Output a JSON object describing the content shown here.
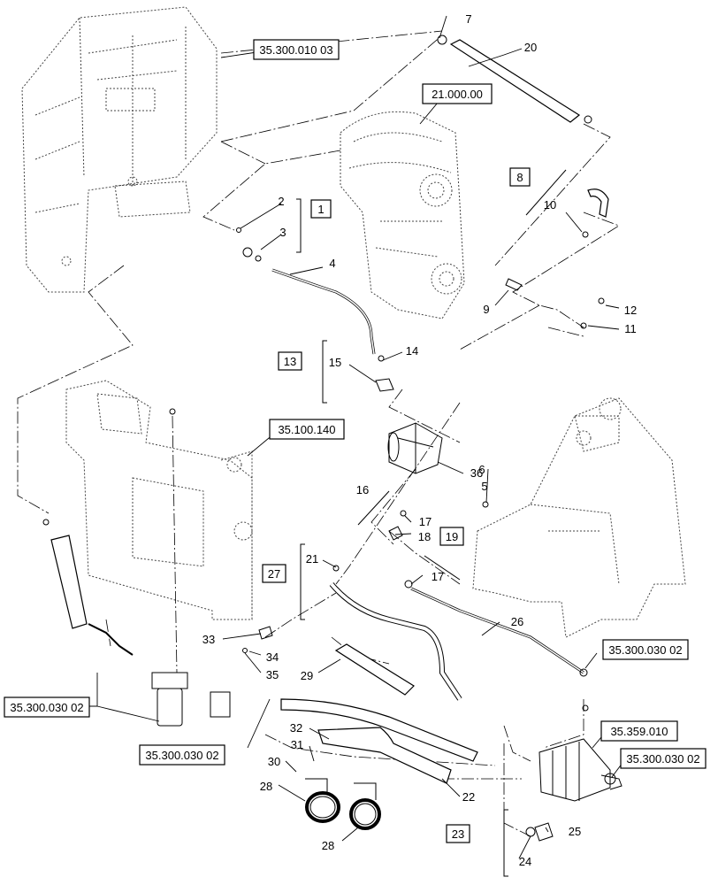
{
  "references": {
    "frame_top": "35.300.010 03",
    "transmission": "21.000.00",
    "cooler": "35.100.140",
    "filter_left": "35.300.030 02",
    "filter_bottom": "35.300.030 02",
    "valve_fitting": "35.300.030 02",
    "control_valve": "35.359.010",
    "valve_outlet": "35.300.030 02"
  },
  "kits": {
    "k1": "1",
    "k8": "8",
    "k13": "13",
    "k16": "16",
    "k19": "19",
    "k23": "23",
    "k27": "27"
  },
  "callouts": {
    "c2": "2",
    "c3": "3",
    "c4": "4",
    "c5": "5",
    "c6": "6",
    "c7": "7",
    "c9": "9",
    "c10": "10",
    "c11": "11",
    "c12": "12",
    "c14": "14",
    "c15": "15",
    "c17a": "17",
    "c17b": "17",
    "c18": "18",
    "c20": "20",
    "c21": "21",
    "c22": "22",
    "c24": "24",
    "c25": "25",
    "c26": "26",
    "c28a": "28",
    "c28b": "28",
    "c29": "29",
    "c30": "30",
    "c31": "31",
    "c32": "32",
    "c33": "33",
    "c34": "34",
    "c35": "35",
    "c36": "36"
  }
}
